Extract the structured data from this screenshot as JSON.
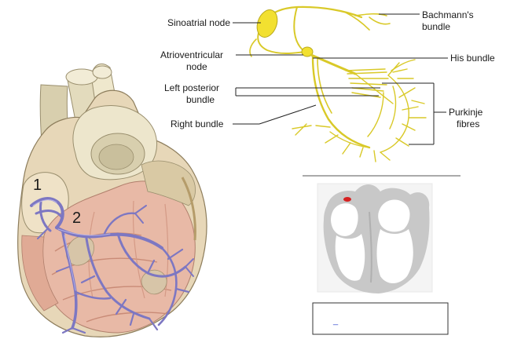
{
  "conduction_schematic": {
    "labels": {
      "sinoatrial_node": "Sinoatrial node",
      "bachmanns_bundle_line1": "Bachmann's",
      "bachmanns_bundle_line2": "bundle",
      "atrioventricular_node_line1": "Atrioventricular",
      "atrioventricular_node_line2": "node",
      "his_bundle": "His bundle",
      "left_posterior_bundle_line1": "Left posterior",
      "left_posterior_bundle_line2": "bundle",
      "right_bundle": "Right bundle",
      "purkinje_fibres_line1": "Purkinje",
      "purkinje_fibres_line2": "fibres"
    }
  },
  "anatomical_heart": {
    "markers": {
      "marker_1": "1",
      "marker_2": "2"
    }
  },
  "animation_panel": {
    "caption_text": "_"
  },
  "colors": {
    "conduction_yellow": "#d9c928",
    "node_yellow": "#f2e030",
    "purkinje_violet": "#7d77c2",
    "heart_grey": "#c8c8c8",
    "excitation_red": "#d62020"
  }
}
